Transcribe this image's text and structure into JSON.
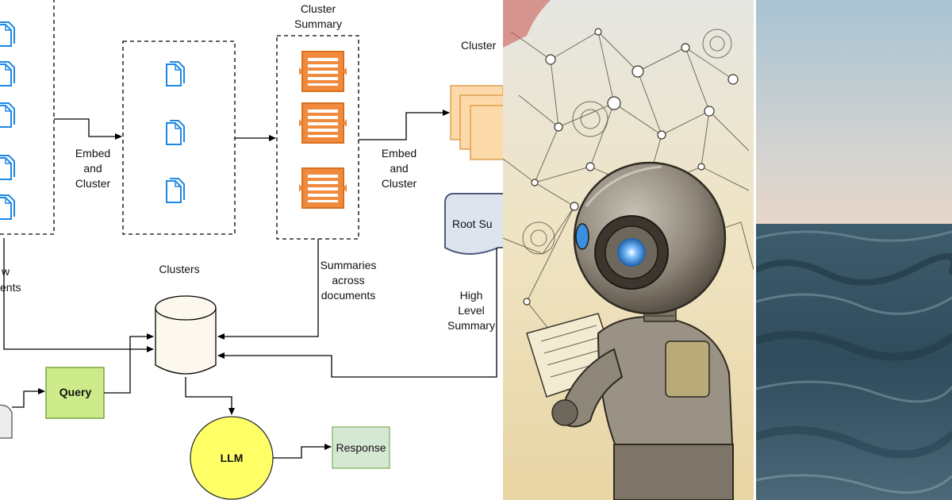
{
  "diagram": {
    "edge_labels": {
      "embed_cluster_1": [
        "Embed",
        "and",
        "Cluster"
      ],
      "embed_cluster_2": [
        "Embed",
        "and",
        "Cluster"
      ],
      "summaries_across": [
        "Summaries",
        "across",
        "documents"
      ],
      "high_level": [
        "High",
        "Level",
        "Summary"
      ],
      "raw_docs": [
        "w",
        "ents"
      ]
    },
    "nodes": {
      "cluster_summary_title": [
        "Cluster",
        "Summary"
      ],
      "clusters_top_title": "Cluster",
      "root_summary": "Root Su",
      "db_title": "Clusters",
      "query": "Query",
      "llm": "LLM",
      "response": "Response"
    },
    "colors": {
      "doc_icon": "#1e88e5",
      "summary_box": "#f08a3c",
      "summary_border": "#d9701f",
      "cluster_paper": "#fbd9a8",
      "query_fill": "#cdeb8b",
      "llm_fill": "#ffff66",
      "response_fill": "#d5e8d4",
      "db_fill": "#fdf8ee",
      "root_fill": "#dde4ee",
      "root_stroke": "#4a5a78"
    }
  },
  "robot_illustration": {
    "subject": "sketched robot reading a document",
    "colors": {
      "paper": "#efe4c4",
      "metal": "#8e8679",
      "eye": "#3a8fe0"
    }
  },
  "ocean_photo": {
    "subject": "ocean surface at dusk",
    "colors": {
      "sky_top": "#a8c3d3",
      "sky_horizon": "#e9d6c8",
      "water": "#2f4c5c"
    }
  }
}
